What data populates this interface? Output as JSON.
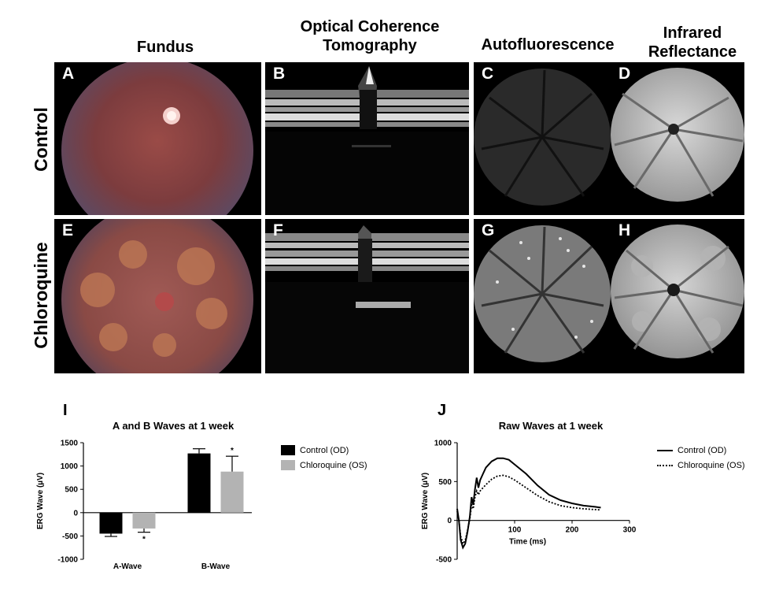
{
  "columns": {
    "fundus": "Fundus",
    "oct_line1": "Optical Coherence",
    "oct_line2": "Tomography",
    "af": "Autofluorescence",
    "ir_line1": "Infrared",
    "ir_line2": "Reflectance"
  },
  "rows": {
    "control": "Control",
    "chloroquine": "Chloroquine"
  },
  "panels": [
    "A",
    "B",
    "C",
    "D",
    "E",
    "F",
    "G",
    "H"
  ],
  "panel_I_letter": "I",
  "panel_J_letter": "J",
  "colors": {
    "control": "#000000",
    "chloroquine": "#b3b3b3"
  },
  "chart_data": [
    {
      "type": "bar",
      "title": "A and B Waves at 1 week",
      "ylabel": "ERG Wave (µV)",
      "xlabel": "",
      "categories": [
        "A-Wave",
        "B-Wave"
      ],
      "ylim": [
        -1000,
        1500
      ],
      "yticks": [
        -1000,
        -500,
        0,
        500,
        1000,
        1500
      ],
      "series": [
        {
          "name": "Control (OD)",
          "values": [
            -450,
            1270
          ],
          "errors": [
            60,
            100
          ]
        },
        {
          "name": "Chloroquine (OS)",
          "values": [
            -340,
            880
          ],
          "errors": [
            80,
            330
          ]
        }
      ],
      "annotations": [
        "*",
        "*"
      ],
      "legend": "right"
    },
    {
      "type": "line",
      "title": "Raw Waves at 1 week",
      "xlabel": "Time (ms)",
      "ylabel": "ERG Wave (µV)",
      "xlim": [
        0,
        300
      ],
      "ylim": [
        -500,
        1000
      ],
      "xticks": [
        0,
        100,
        200,
        300
      ],
      "yticks": [
        -500,
        0,
        500,
        1000
      ],
      "series": [
        {
          "name": "Control (OD)",
          "style": "solid",
          "x": [
            0,
            3,
            6,
            10,
            14,
            18,
            22,
            25,
            28,
            31,
            34,
            37,
            40,
            45,
            50,
            60,
            70,
            80,
            90,
            100,
            120,
            140,
            160,
            180,
            200,
            220,
            240,
            250
          ],
          "y": [
            150,
            0,
            -250,
            -350,
            -300,
            -150,
            50,
            300,
            200,
            400,
            550,
            420,
            520,
            600,
            680,
            760,
            800,
            800,
            780,
            720,
            600,
            450,
            330,
            260,
            220,
            190,
            175,
            165
          ]
        },
        {
          "name": "Chloroquine (OS)",
          "style": "dotted",
          "x": [
            0,
            3,
            6,
            10,
            14,
            18,
            22,
            25,
            28,
            31,
            34,
            37,
            40,
            45,
            50,
            60,
            70,
            80,
            90,
            100,
            120,
            140,
            160,
            180,
            200,
            220,
            240,
            250
          ],
          "y": [
            120,
            0,
            -200,
            -300,
            -260,
            -130,
            20,
            200,
            150,
            300,
            380,
            330,
            380,
            420,
            460,
            530,
            570,
            580,
            560,
            520,
            420,
            320,
            240,
            190,
            165,
            150,
            140,
            135
          ]
        }
      ],
      "legend": "right"
    }
  ]
}
